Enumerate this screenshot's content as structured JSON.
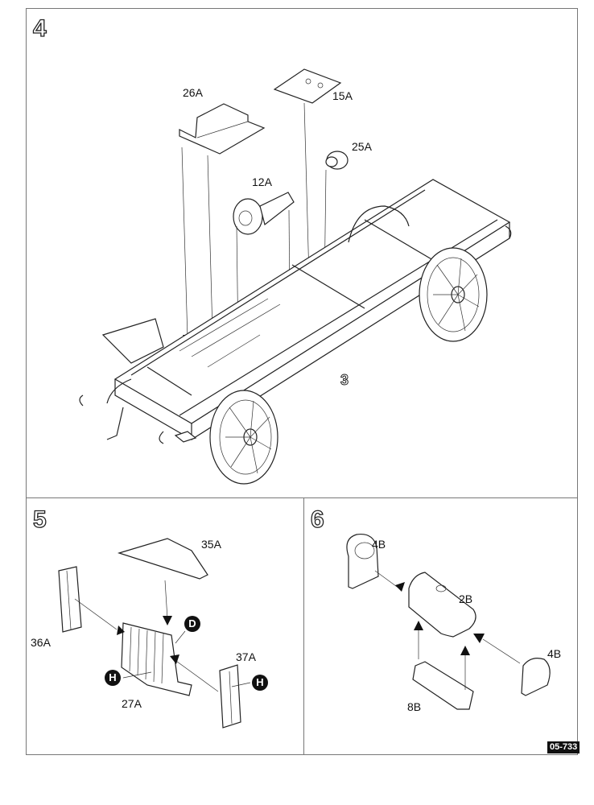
{
  "document": {
    "code": "05-733",
    "steps": [
      {
        "number": "4",
        "parts": [
          "26A",
          "15A",
          "25A",
          "12A"
        ],
        "assembly_ref": "3"
      },
      {
        "number": "5",
        "parts": [
          "35A",
          "36A",
          "37A",
          "27A"
        ],
        "callouts": [
          "D",
          "H",
          "H"
        ]
      },
      {
        "number": "6",
        "parts": [
          "4B",
          "2B",
          "4B",
          "8B"
        ]
      }
    ]
  }
}
